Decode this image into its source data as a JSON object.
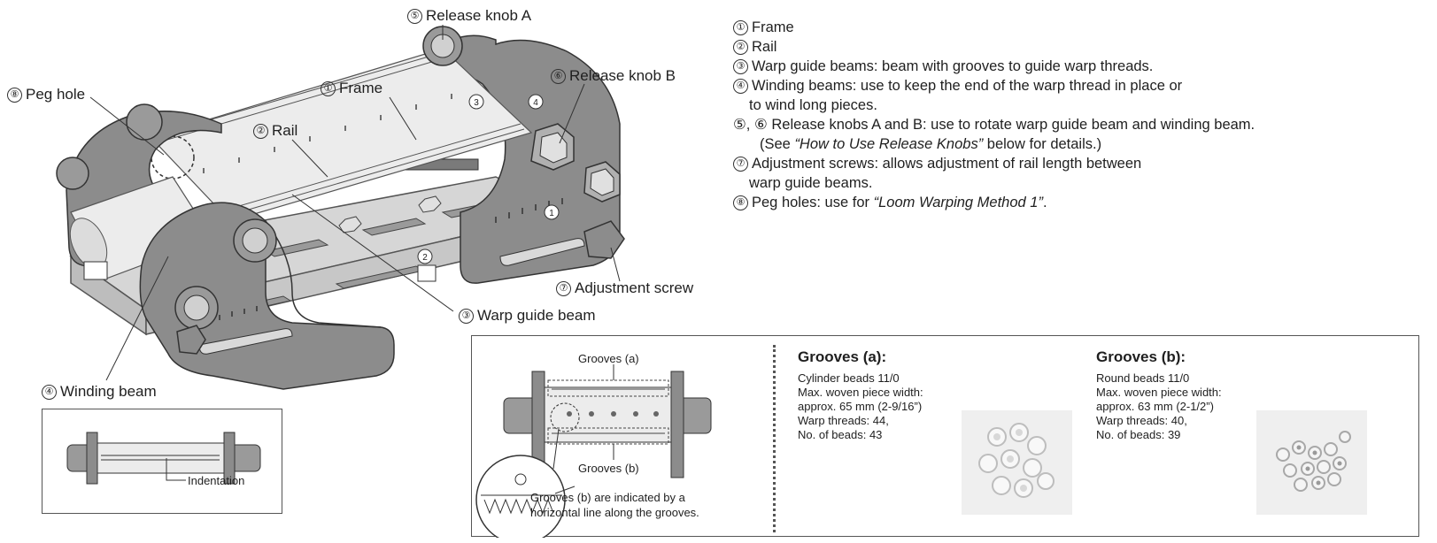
{
  "labels": {
    "release_knob_a": "Release knob A",
    "release_knob_b": "Release knob B",
    "peg_hole": "Peg hole",
    "frame": "Frame",
    "rail": "Rail",
    "adjustment_screw": "Adjustment screw",
    "warp_guide_beam": "Warp guide beam",
    "winding_beam": "Winding beam",
    "indentation": "Indentation"
  },
  "numbers": [
    "①",
    "②",
    "③",
    "④",
    "⑤",
    "⑥",
    "⑦",
    "⑧"
  ],
  "legend": {
    "item1": "Frame",
    "item2": "Rail",
    "item3": "Warp guide beams: beam with grooves to guide warp threads.",
    "item4_line1": "Winding beams: use to keep the end of the warp thread in place or",
    "item4_line2": "to wind long pieces.",
    "item56_prefix": "⑤, ⑥",
    "item56_line1": "Release knobs A and B: use to rotate warp guide beam and winding beam.",
    "item56_line2_pre": "(See ",
    "item56_line2_italic": "“How to Use Release Knobs”",
    "item56_line2_post": " below for details.)",
    "item7_line1": "Adjustment screws: allows adjustment of rail length between",
    "item7_line2": "warp guide beams.",
    "item8_pre": "Peg holes: use for ",
    "item8_italic": "“Loom Warping Method 1”",
    "item8_post": "."
  },
  "panel": {
    "grooves_a_label": "Grooves (a)",
    "grooves_b_label": "Grooves (b)",
    "caption_line1": "Grooves (b) are indicated by a",
    "caption_line2": "horizontal line along the grooves.",
    "col_a_title": "Grooves (a):",
    "col_a_text": "Cylinder beads 11/0\nMax. woven piece width:\napprox. 65 mm (2-9/16”)\nWarp threads: 44,\nNo. of beads: 43",
    "col_b_title": "Grooves (b):",
    "col_b_text": "Round beads 11/0\nMax. woven piece width:\napprox. 63 mm (2-1/2”)\nWarp threads: 40,\nNo. of beads: 39"
  },
  "colors": {
    "frame": "#8c8c8c",
    "frame_dark": "#6f6f6f",
    "frame_light": "#b5b5b5",
    "rail": "#d6d6d6",
    "beam": "#ececec",
    "line": "#333333"
  }
}
